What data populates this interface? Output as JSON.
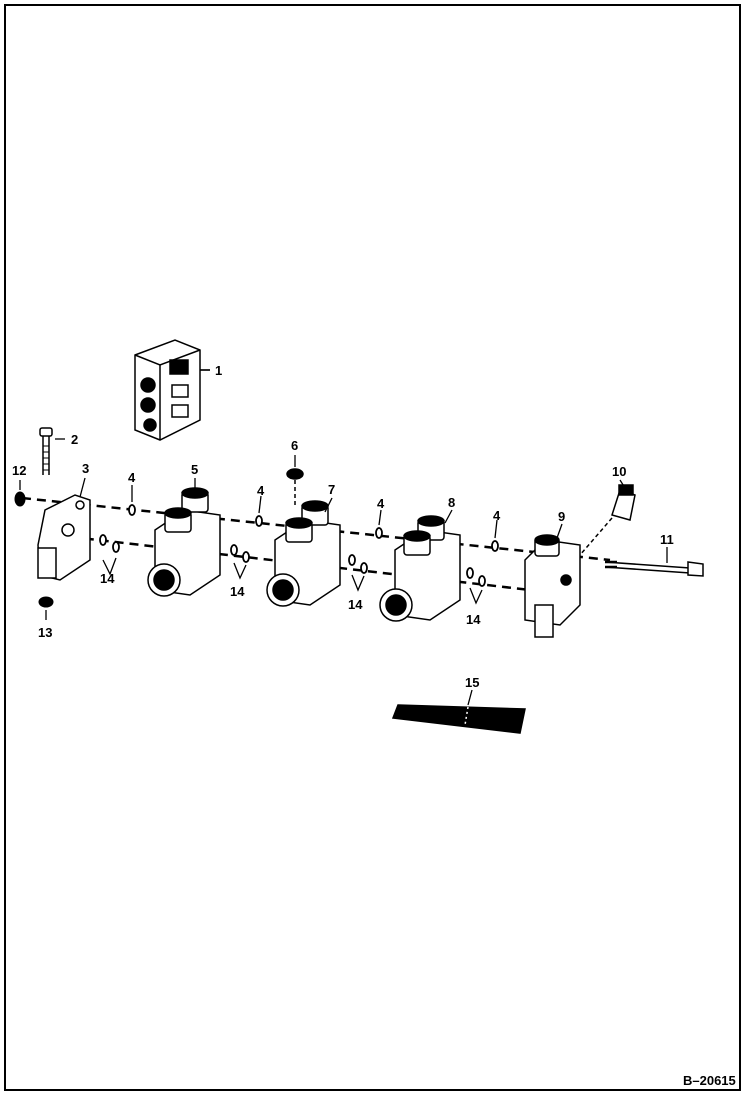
{
  "drawing_id": "B–20615",
  "callouts": [
    {
      "id": "c1",
      "text": "1"
    },
    {
      "id": "c2",
      "text": "2"
    },
    {
      "id": "c3",
      "text": "3"
    },
    {
      "id": "c4a",
      "text": "4"
    },
    {
      "id": "c4b",
      "text": "4"
    },
    {
      "id": "c4c",
      "text": "4"
    },
    {
      "id": "c4d",
      "text": "4"
    },
    {
      "id": "c5",
      "text": "5"
    },
    {
      "id": "c6",
      "text": "6"
    },
    {
      "id": "c7",
      "text": "7"
    },
    {
      "id": "c8",
      "text": "8"
    },
    {
      "id": "c9",
      "text": "9"
    },
    {
      "id": "c10",
      "text": "10"
    },
    {
      "id": "c11",
      "text": "11"
    },
    {
      "id": "c12",
      "text": "12"
    },
    {
      "id": "c13",
      "text": "13"
    },
    {
      "id": "c14a",
      "text": "14"
    },
    {
      "id": "c14b",
      "text": "14"
    },
    {
      "id": "c14c",
      "text": "14"
    },
    {
      "id": "c14d",
      "text": "14"
    },
    {
      "id": "c15",
      "text": "15"
    }
  ],
  "colors": {
    "ink": "#000000",
    "paper": "#ffffff"
  }
}
